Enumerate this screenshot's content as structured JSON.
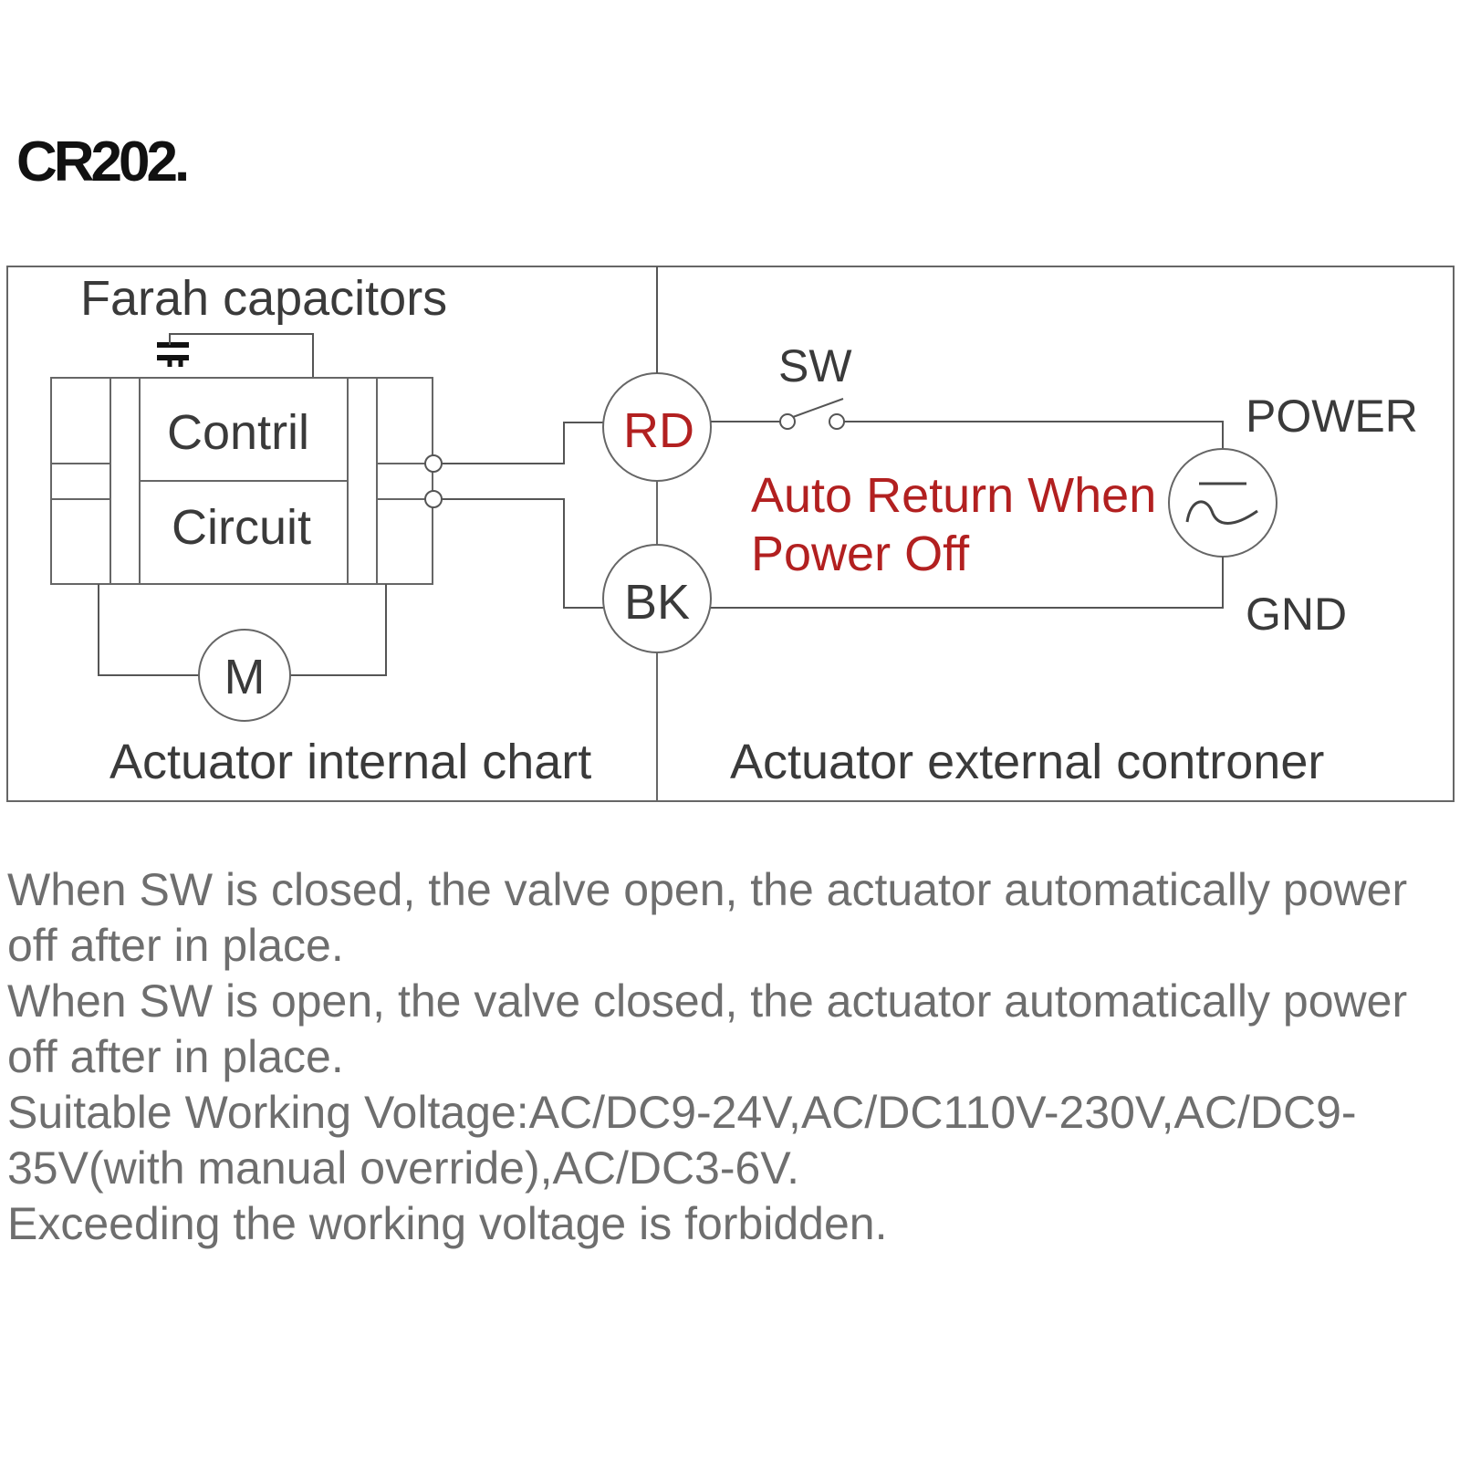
{
  "title": "CR202.",
  "diagram": {
    "left_panel": {
      "capacitor_label": "Farah  capacitors",
      "control_top": "Contril",
      "control_bottom": "Circuit",
      "motor": "M",
      "caption": "Actuator internal chart"
    },
    "right_panel": {
      "rd_terminal": "RD",
      "bk_terminal": "BK",
      "switch": "SW",
      "power": "POWER",
      "gnd": "GND",
      "note_line1": "Auto Return When",
      "note_line2": "Power Off",
      "caption": "Actuator external controner"
    },
    "colors": {
      "line": "#555555",
      "accent_red": "#b22020",
      "text": "#3a3a3a"
    }
  },
  "description": [
    "When SW is closed, the valve open, the actuator automatically power off after in place.",
    "When SW is open, the valve closed, the actuator automatically power off after in place.",
    "Suitable Working Voltage:AC/DC9-24V,AC/DC110V-230V,AC/DC9-35V(with manual override),AC/DC3-6V.",
    "Exceeding the working  voltage is forbidden."
  ]
}
